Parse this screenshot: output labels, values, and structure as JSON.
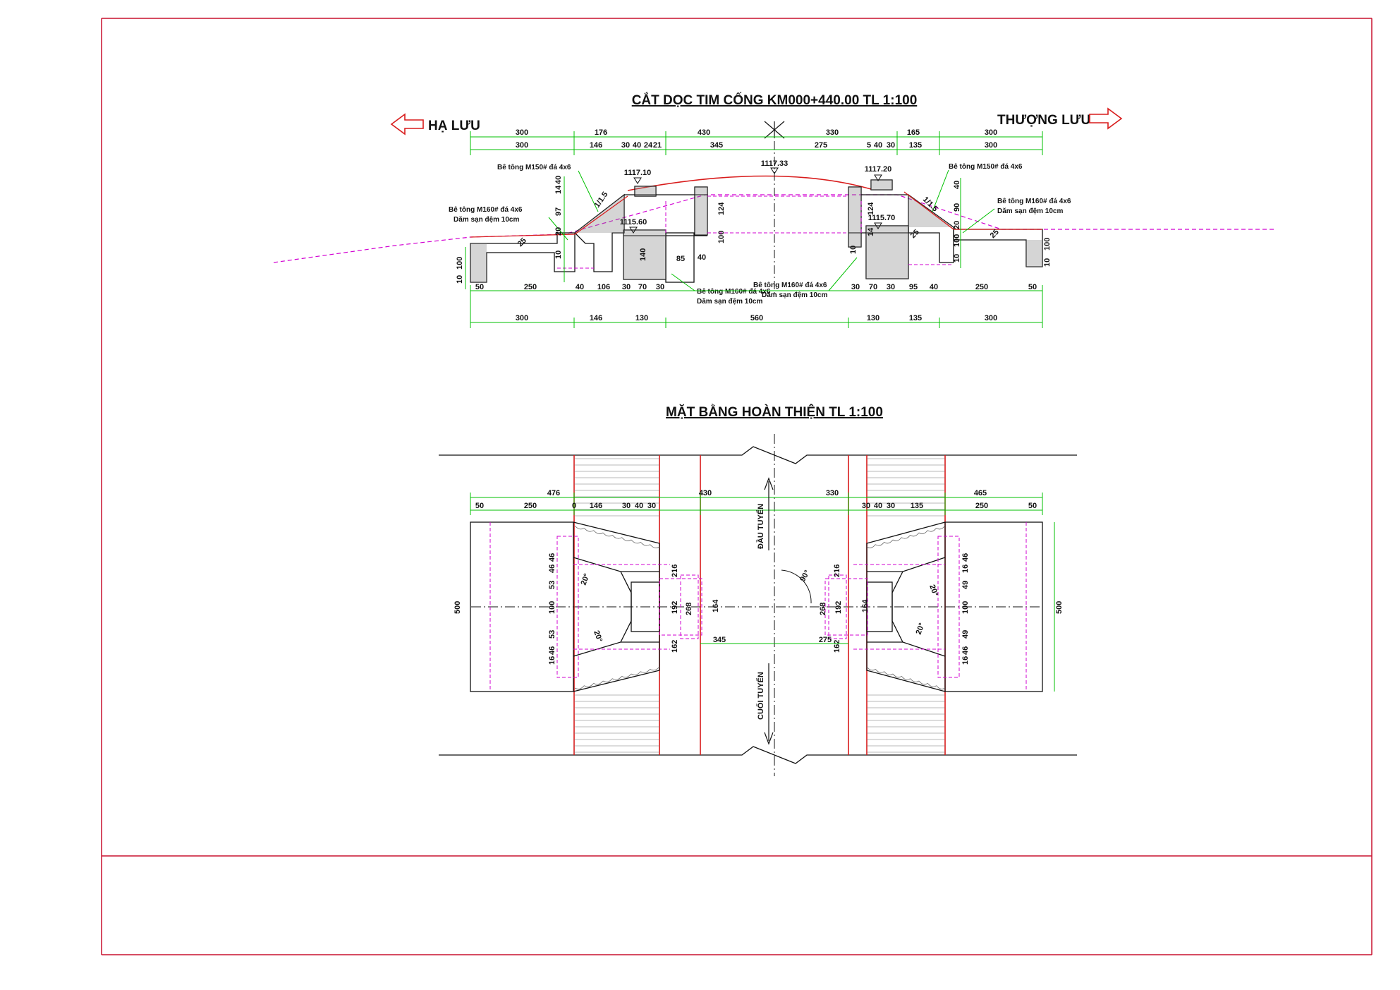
{
  "section": {
    "title": "CẮT DỌC TIM CỐNG KM000+440.00 TL 1:100",
    "downstream_label": "HẠ LƯU",
    "upstream_label": "THƯỢNG LƯU",
    "top_dims_1": [
      "300",
      "176",
      "430",
      "330",
      "165",
      "300"
    ],
    "top_dims_2": [
      "300",
      "146",
      "30",
      "40",
      "24",
      "21",
      "345",
      "275",
      "5",
      "40",
      "30",
      "135",
      "300"
    ],
    "elev_mid": "1117.33",
    "elev_left": "1117.10",
    "elev_right": "1117.20",
    "elev_left_low": "1115.60",
    "elev_right_low": "1115.70",
    "note_m150_left": "Bê tông M150# đá 4x6",
    "note_m150_right": "Bê tông M150# đá 4x6",
    "note_m160_left_1": "Bê tông M160# đá 4x6",
    "note_m160_left_2": "Dăm sạn đệm 10cm",
    "note_m160_right_1": "Bê tông M160# đá 4x6",
    "note_m160_right_2": "Dăm sạn đệm 10cm",
    "note_m160_center_1": "Bê tông M160# đá 4x6",
    "note_m160_center_2": "Dăm sạn đệm 10cm",
    "note_m160_center_b1": "Bê tông M160# đá 4x6",
    "note_m160_center_b2": "Dăm sạn đệm 10cm",
    "slope_left": "1/1.5",
    "slope_right": "1/1.5",
    "vert_left": [
      "40",
      "14",
      "97",
      "20",
      "10",
      "100",
      "10"
    ],
    "vert_right": [
      "40",
      "90",
      "20",
      "100",
      "10"
    ],
    "inner_left": [
      "124",
      "100",
      "140",
      "85",
      "40"
    ],
    "inner_right": [
      "124",
      "14",
      "10"
    ],
    "bottom_dims_1": [
      "50",
      "250",
      "40",
      "106",
      "30",
      "70",
      "30",
      "30",
      "70",
      "30",
      "95",
      "40",
      "250",
      "50"
    ],
    "bottom_dims_2": [
      "300",
      "146",
      "130",
      "560",
      "130",
      "135",
      "300"
    ],
    "small_25": "25"
  },
  "plan": {
    "title": "MẶT BẰNG HOÀN THIỆN TL 1:100",
    "top_dims_1": [
      "476",
      "430",
      "330",
      "465"
    ],
    "top_dims_2": [
      "50",
      "250",
      "0",
      "146",
      "30",
      "40",
      "30",
      "30",
      "40",
      "30",
      "135",
      "250",
      "50"
    ],
    "width_left": "500",
    "width_right": "500",
    "left_stack": [
      "46",
      "46",
      "53",
      "100",
      "53",
      "46",
      "16"
    ],
    "right_stack": [
      "46",
      "16",
      "49",
      "100",
      "49",
      "46",
      "16"
    ],
    "inner_left": [
      "216",
      "192",
      "268",
      "164",
      "162"
    ],
    "inner_right": [
      "216",
      "268",
      "192",
      "164",
      "162"
    ],
    "len_left": "345",
    "len_right": "275",
    "angle_center": "90°",
    "angle_left_top": "20°",
    "angle_left_bottom": "20°",
    "angle_right_top": "20°",
    "angle_right_bottom": "20°",
    "dir_top": "ĐẦU TUYẾN",
    "dir_bottom": "CUỐI TUYẾN"
  },
  "colors": {
    "border": "#c8102e",
    "dimension": "#00c000",
    "structure": "#111111",
    "hidden": "#d200d2",
    "red_line": "#d81b1b"
  }
}
